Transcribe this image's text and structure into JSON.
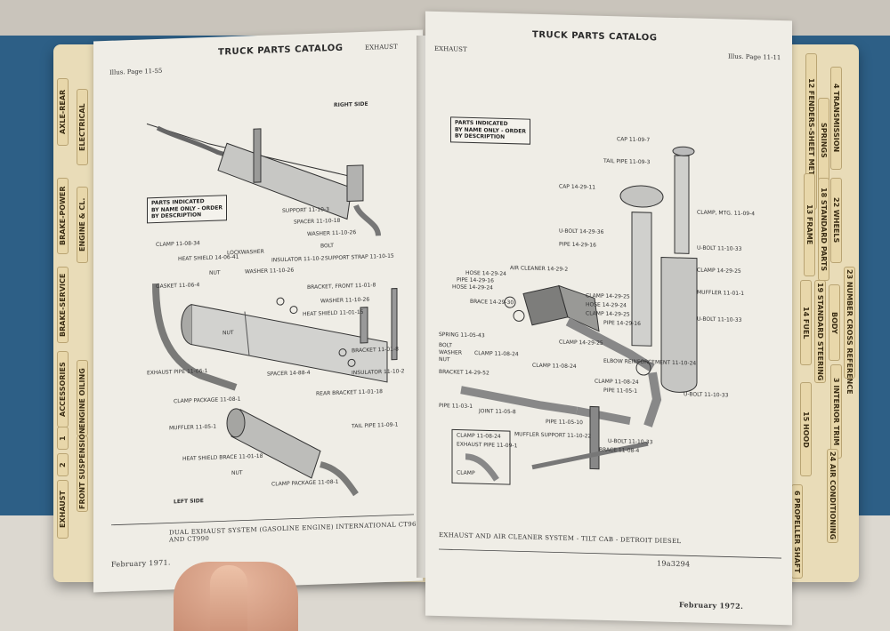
{
  "left_page": {
    "header": "TRUCK PARTS CATALOG",
    "header_right": "EXHAUST",
    "page_ref": "Illus. Page 11-55",
    "view_top": "RIGHT SIDE",
    "view_bottom": "LEFT SIDE",
    "note": [
      "PARTS INDICATED",
      "BY NAME ONLY - ORDER",
      "BY DESCRIPTION"
    ],
    "caption": "DUAL EXHAUST SYSTEM (GASOLINE ENGINE) INTERNATIONAL CT960 AND CT990",
    "date": "February 1971.",
    "labels": [
      "SUPPORT 11-10-3",
      "SPACER 11-10-18",
      "WASHER 11-10-26",
      "BOLT",
      "SUPPORT STRAP 11-10-15",
      "CLAMP 11-08-34",
      "HEAT SHIELD 14-06-41",
      "LOCKWASHER",
      "INSULATOR 11-10-2",
      "NUT",
      "WASHER 11-10-26",
      "GASKET 11-06-4",
      "BRACKET, FRONT 11-01-8",
      "WASHER 11-10-26",
      "HEAT SHIELD 11-01-15",
      "NUT",
      "BRACKET 11-01-8",
      "EXHAUST PIPE 11-06-1",
      "SPACER 14-88-4",
      "INSULATOR 11-10-2",
      "CLAMP PACKAGE 11-08-1",
      "REAR BRACKET 11-01-18",
      "MUFFLER 11-05-1",
      "TAIL PIPE 11-09-1",
      "HEAT SHIELD BRACE 11-01-18",
      "NUT",
      "CLAMP PACKAGE 11-08-1"
    ]
  },
  "right_page": {
    "header": "TRUCK PARTS CATALOG",
    "header_left": "EXHAUST",
    "page_ref": "Illus. Page 11-11",
    "note": [
      "PARTS INDICATED",
      "BY NAME ONLY - ORDER",
      "BY DESCRIPTION"
    ],
    "caption": "EXHAUST AND AIR CLEANER SYSTEM - TILT CAB - DETROIT DIESEL",
    "code": "19a3294",
    "date": "February 1972.",
    "labels": [
      "CAP 11-09-7",
      "TAIL PIPE 11-09-3",
      "CAP 14-29-11",
      "CLAMP, MTG. 11-09-4",
      "U-BOLT 14-29-36",
      "U-BOLT 11-10-33",
      "PIPE 14-29-16",
      "CLAMP 14-29-25",
      "AIR CLEANER 14-29-2",
      "HOSE 14-29-24",
      "PIPE 14-29-16",
      "HOSE 14-29-24",
      "MUFFLER 11-01-1",
      "CLAMP 14-29-25",
      "HOSE 14-29-24",
      "CLAMP 14-29-25",
      "PIPE 14-29-16",
      "BRACE 14-29-30",
      "U-BOLT 11-10-33",
      "CLAMP 14-29-25",
      "SPRING 11-05-43",
      "CLAMP 11-08-24",
      "BOLT",
      "WASHER",
      "NUT",
      "BRACKET 14-29-52",
      "CLAMP 11-08-24",
      "ELBOW REINFORCEMENT 11-10-24",
      "CLAMP 11-08-24",
      "PIPE 11-05-1",
      "U-BOLT 11-10-33",
      "PIPE 11-03-1",
      "JOINT 11-05-8",
      "PIPE 11-05-10",
      "MUFFLER SUPPORT 11-10-22",
      "U-BOLT 11-10-33",
      "BRACE 11-08-4",
      "CLAMP 11-08-24",
      "EXHAUST PIPE 11-09-1",
      "CLAMP"
    ]
  },
  "tabs_right": [
    "12 FENDERS-SHEET METAL",
    "4 TRANSMISSION",
    "SPRINGS",
    "22 WHEELS",
    "18 STANDARD PARTS",
    "13 FRAME",
    "23 NUMBER CROSS REFERENCE",
    "14 FUEL",
    "19 STANDARD STEERING",
    "BODY",
    "3 INTERIOR TRIM",
    "15 HOOD",
    "24 AIR CONDITIONING",
    "6 PROPELLER SHAFT"
  ],
  "tabs_left": [
    "AXLE-REAR",
    "ELECTRICAL",
    "BRAKE-POWER",
    "ENGINE & CL.",
    "BRAKE-SERVICE",
    "ACCESSORIES",
    "ENGINE OILING",
    "1",
    "FRONT SUSPENSION",
    "2",
    "EXHAUST"
  ]
}
